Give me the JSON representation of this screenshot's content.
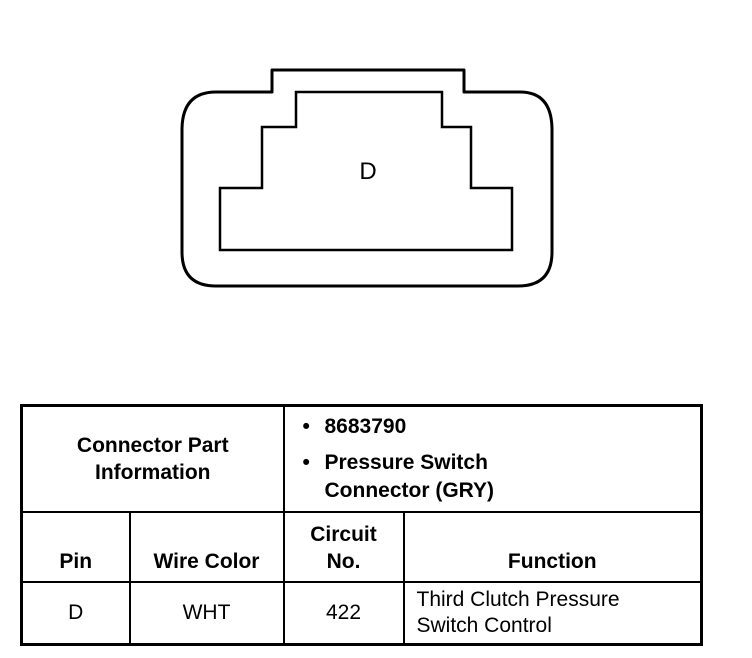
{
  "connector": {
    "pin_label": "D"
  },
  "table": {
    "part_info_label_line1": "Connector Part",
    "part_info_label_line2": "Information",
    "part_number": "8683790",
    "part_name_line1": "Pressure Switch",
    "part_name_line2": "Connector (GRY)",
    "columns": {
      "pin": "Pin",
      "wire_color": "Wire Color",
      "circuit_line1": "Circuit",
      "circuit_line2": "No.",
      "function": "Function"
    },
    "rows": [
      {
        "pin": "D",
        "wire_color": "WHT",
        "circuit": "422",
        "function_line1": "Third Clutch Pressure",
        "function_line2": "Switch Control"
      }
    ]
  }
}
